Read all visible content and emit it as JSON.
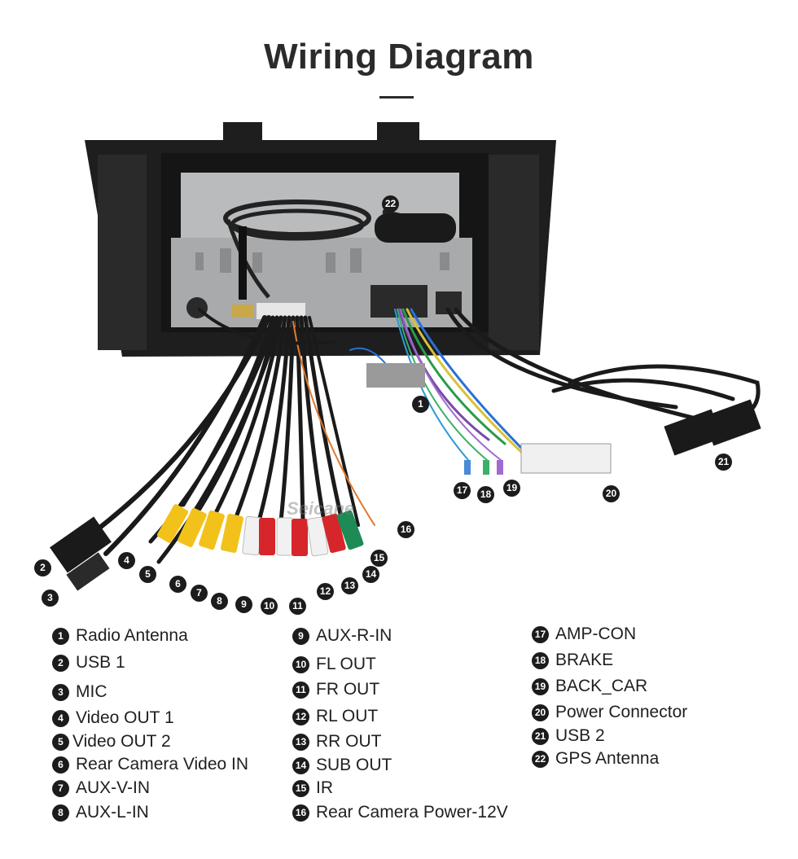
{
  "title": "Wiring Diagram",
  "watermark": "Seicane",
  "colors": {
    "badge": "#1c1c1c",
    "text": "#1f1f1f",
    "title": "#2b2b2b",
    "rca_yellow": "#f2c21b",
    "rca_white": "#f1f1f1",
    "rca_red": "#d6262b",
    "rca_green": "#1e8a55",
    "unit_body": "#1e1e1e",
    "chassis": "#a9aaab"
  },
  "callouts": [
    {
      "n": "1"
    },
    {
      "n": "2"
    },
    {
      "n": "3"
    },
    {
      "n": "4"
    },
    {
      "n": "5"
    },
    {
      "n": "6"
    },
    {
      "n": "7"
    },
    {
      "n": "8"
    },
    {
      "n": "9"
    },
    {
      "n": "10"
    },
    {
      "n": "11"
    },
    {
      "n": "12"
    },
    {
      "n": "13"
    },
    {
      "n": "14"
    },
    {
      "n": "15"
    },
    {
      "n": "16"
    },
    {
      "n": "17"
    },
    {
      "n": "18"
    },
    {
      "n": "19"
    },
    {
      "n": "20"
    },
    {
      "n": "21"
    },
    {
      "n": "22"
    }
  ],
  "legend": [
    {
      "n": "1",
      "label": "Radio Antenna"
    },
    {
      "n": "2",
      "label": "USB 1"
    },
    {
      "n": "3",
      "label": "MIC"
    },
    {
      "n": "4",
      "label": "Video OUT 1"
    },
    {
      "n": "5",
      "label": "Video OUT 2"
    },
    {
      "n": "6",
      "label": "Rear Camera Video IN"
    },
    {
      "n": "7",
      "label": "AUX-V-IN"
    },
    {
      "n": "8",
      "label": "AUX-L-IN"
    },
    {
      "n": "9",
      "label": "AUX-R-IN"
    },
    {
      "n": "10",
      "label": "FL OUT"
    },
    {
      "n": "11",
      "label": "FR OUT"
    },
    {
      "n": "12",
      "label": "RL OUT"
    },
    {
      "n": "13",
      "label": "RR OUT"
    },
    {
      "n": "14",
      "label": "SUB OUT"
    },
    {
      "n": "15",
      "label": "IR"
    },
    {
      "n": "16",
      "label": "Rear Camera Power-12V"
    },
    {
      "n": "17",
      "label": "AMP-CON"
    },
    {
      "n": "18",
      "label": "BRAKE"
    },
    {
      "n": "19",
      "label": "BACK_CAR"
    },
    {
      "n": "20",
      "label": "Power Connector"
    },
    {
      "n": "21",
      "label": "USB 2"
    },
    {
      "n": "22",
      "label": "GPS Antenna"
    }
  ]
}
